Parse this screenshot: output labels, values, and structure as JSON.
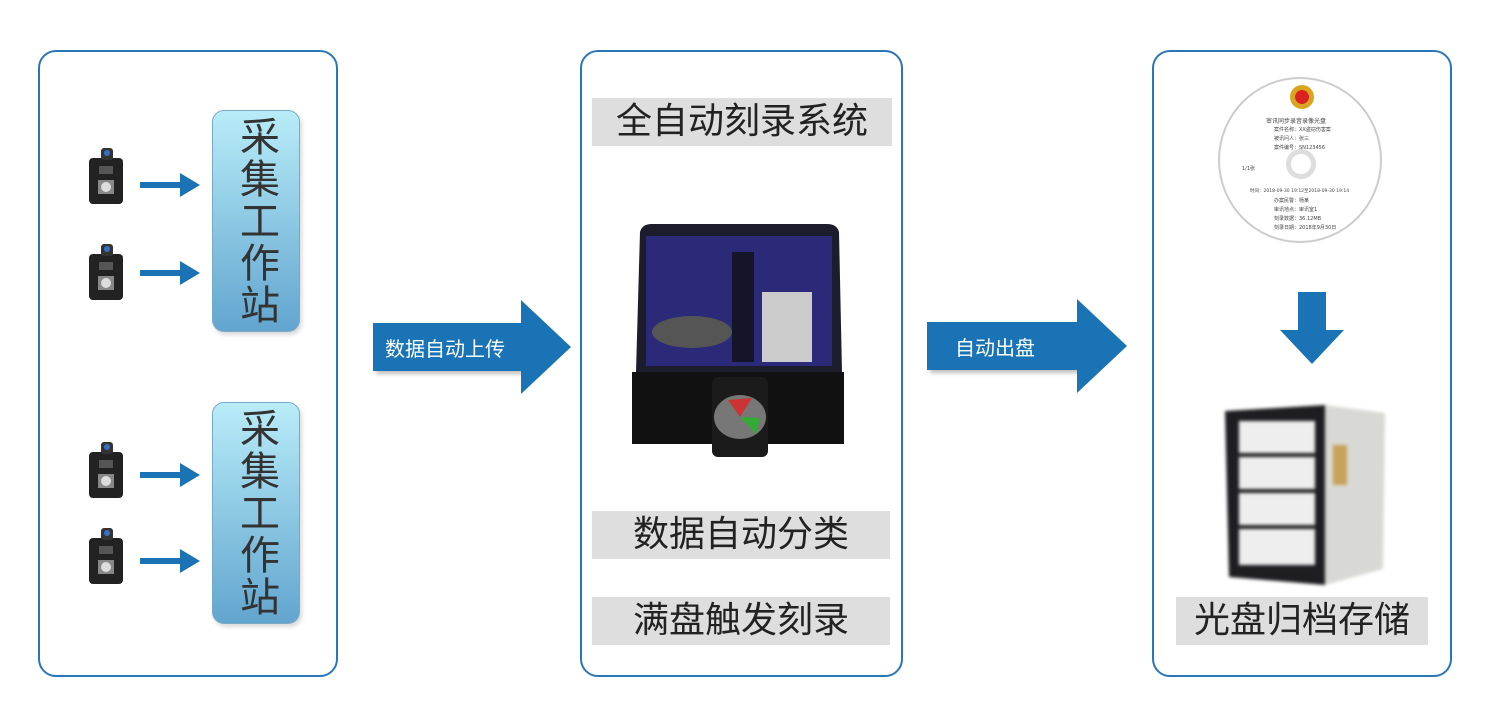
{
  "workstations": [
    {
      "label": "采集工作站"
    },
    {
      "label": "采集工作站"
    }
  ],
  "arrows": {
    "upload": "数据自动上传",
    "output": "自动出盘"
  },
  "burner": {
    "title": "全自动刻录系统",
    "feature1": "数据自动分类",
    "feature2": "满盘触发刻录"
  },
  "archive": {
    "label": "光盘归档存储"
  },
  "disc": {
    "title": "审讯同步录音录像光盘",
    "case_name": "案件名称：XX盗窃伤害案",
    "suspect": "被讯问人：张三",
    "case_no": "案件编号：SN123456",
    "count": "1/1张",
    "time": "时间：2018-09-30 19:12至2018-09-30 19:14",
    "officer": "办案民警：杨某",
    "room": "审讯地点：审讯室1",
    "size": "刻录数据：36.12MB",
    "date": "刻录日期：2018年9月30日"
  },
  "colors": {
    "accent": "#1a73b5",
    "border": "#2a77b8"
  }
}
